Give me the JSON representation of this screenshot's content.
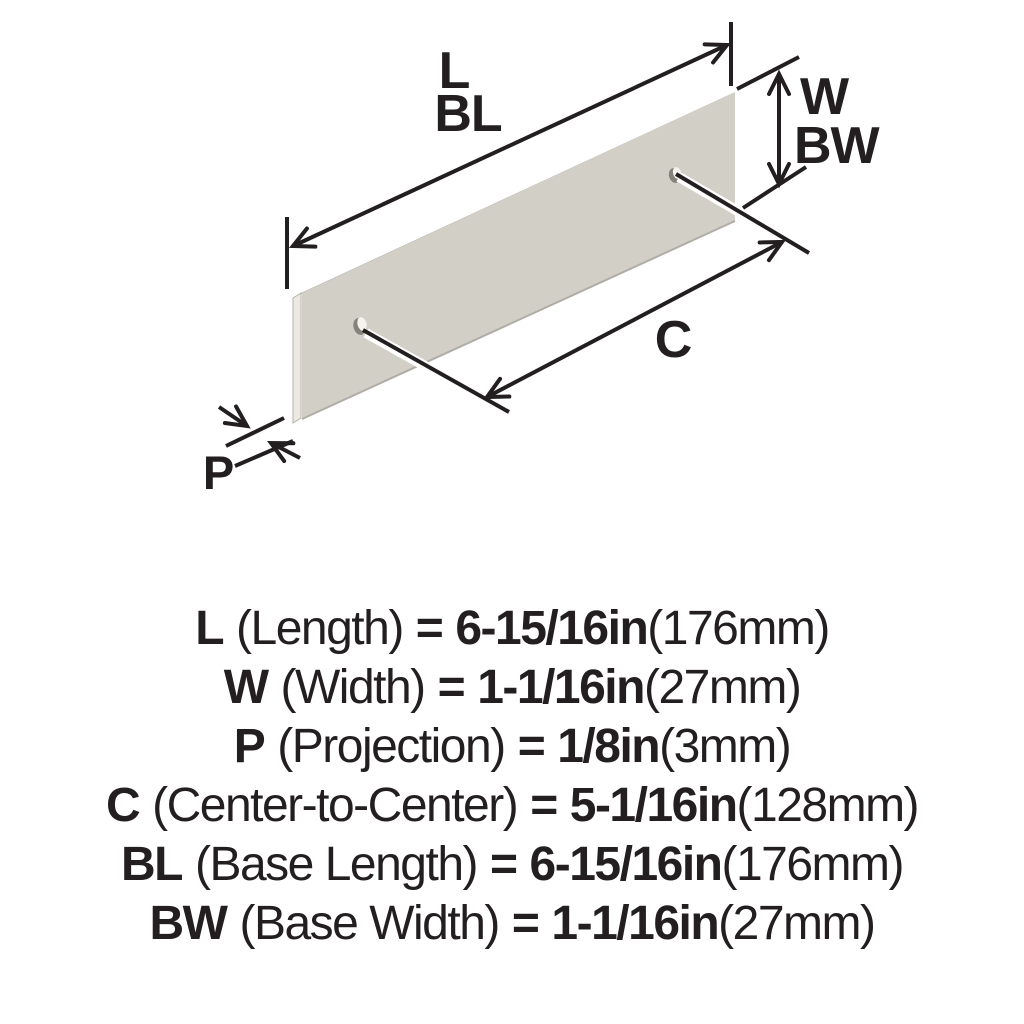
{
  "diagram": {
    "labels": {
      "length": "L",
      "base_length": "BL",
      "width": "W",
      "base_width": "BW",
      "center_to_center": "C",
      "projection": "P"
    },
    "colors": {
      "line": "#231f20",
      "plate_face": "#d2cfc7",
      "plate_edge": "#ebe9e2",
      "plate_top": "#a8a5a0",
      "hole_fill": "#f4f3ee",
      "hole_rim": "#85827c",
      "leader_casing": "#ffffff"
    }
  },
  "specs": [
    {
      "code": "L",
      "name": "(Length)",
      "eq": "=",
      "value": "6-15/16in",
      "metric": "(176mm)"
    },
    {
      "code": "W",
      "name": "(Width)",
      "eq": "=",
      "value": "1-1/16in",
      "metric": "(27mm)"
    },
    {
      "code": "P",
      "name": "(Projection)",
      "eq": "=",
      "value": "1/8in",
      "metric": "(3mm)"
    },
    {
      "code": "C",
      "name": "(Center-to-Center)",
      "eq": "=",
      "value": "5-1/16in",
      "metric": "(128mm)"
    },
    {
      "code": "BL",
      "name": "(Base Length)",
      "eq": "=",
      "value": "6-15/16in",
      "metric": "(176mm)"
    },
    {
      "code": "BW",
      "name": "(Base Width)",
      "eq": "=",
      "value": "1-1/16in",
      "metric": "(27mm)"
    }
  ]
}
